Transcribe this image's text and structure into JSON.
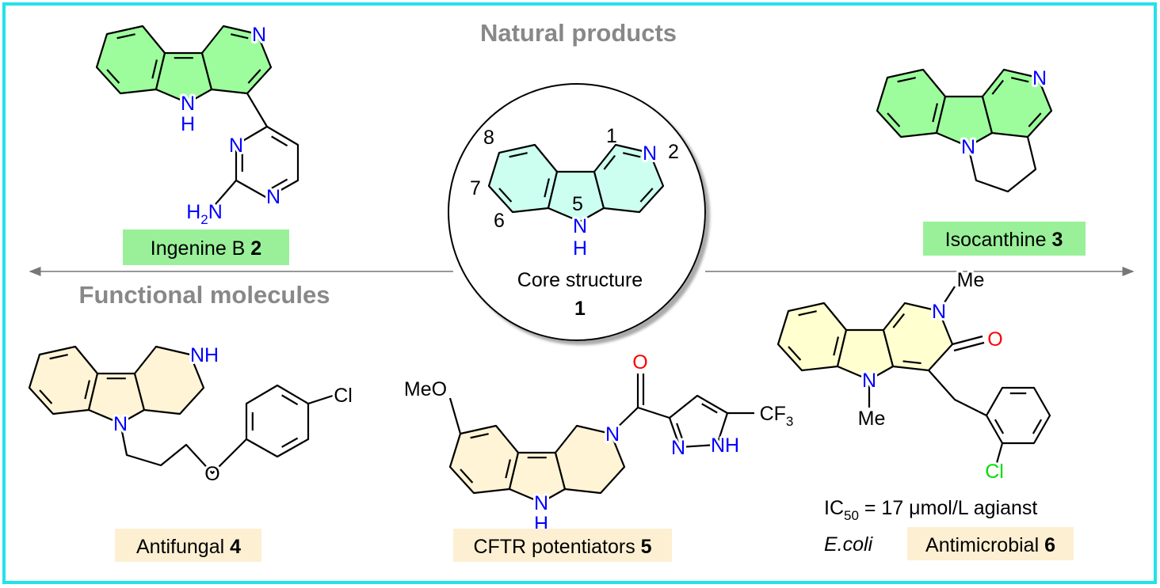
{
  "colors": {
    "frame": "#22e2ea",
    "natural_fill": "#9dfd9d",
    "core_fill": "#ccfff0",
    "functional_fill": "#fff4d6",
    "antimicrobial_fill": "#ffffd0",
    "natural_label_bg": "#99f099",
    "functional_label_bg": "#fdefd2",
    "section_title": "#888888",
    "nitrogen": "#0000ff",
    "oxygen": "#ff0000",
    "chlorine": "#00dd00"
  },
  "sections": {
    "natural": "Natural products",
    "functional": "Functional molecules"
  },
  "core": {
    "caption": "Core structure",
    "number": "1",
    "atoms": {
      "n_pyridine": "N",
      "n_indole": "N",
      "h": "H"
    },
    "positions": {
      "p1": "1",
      "p2": "2",
      "p5": "5",
      "p6": "6",
      "p7": "7",
      "p8": "8"
    }
  },
  "ingenine": {
    "name": "Ingenine B ",
    "number": "2",
    "atoms": {
      "n_pyridine": "N",
      "n_indole": "N",
      "h": "H",
      "n3": "N",
      "n1": "N",
      "h2n": "H",
      "h2n_sub": "2",
      "h2n_n": "N"
    }
  },
  "isocanthine": {
    "name": "Isocanthine ",
    "number": "3",
    "atoms": {
      "n_pyridine": "N",
      "n_indole": "N"
    }
  },
  "antifungal": {
    "name": "Antifungal ",
    "number": "4",
    "atoms": {
      "nh": "NH",
      "n_indole": "N",
      "o": "O",
      "cl": "Cl"
    }
  },
  "cftr": {
    "name": "CFTR potentiators ",
    "number": "5",
    "atoms": {
      "meo": "MeO",
      "n_indole": "N",
      "h": "H",
      "n_pip": "N",
      "o": "O",
      "n2": "N",
      "nh": "NH",
      "cf3": "CF",
      "cf3_sub": "3"
    }
  },
  "antimicrobial": {
    "name": "Antimicrobial ",
    "number": "6",
    "activity": {
      "prefix": "IC",
      "sub": "50",
      "suffix": " = 17 μmol/L agianst",
      "organism": "E.coli"
    },
    "atoms": {
      "n_pyridone": "N",
      "me1": "Me",
      "o": "O",
      "n_indole": "N",
      "me2": "Me",
      "cl": "Cl"
    }
  }
}
